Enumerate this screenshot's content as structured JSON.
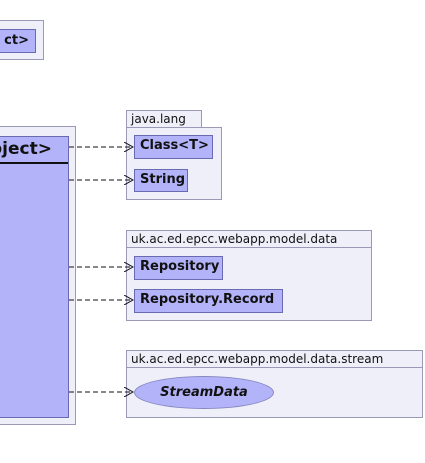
{
  "top_class": {
    "label": "ct>"
  },
  "main_class": {
    "label": "bject>"
  },
  "packages": [
    {
      "name": "java.lang",
      "classes": [
        "Class<T>",
        "String"
      ]
    },
    {
      "name": "uk.ac.ed.epcc.webapp.model.data",
      "classes": [
        "Repository",
        "Repository.Record"
      ]
    },
    {
      "name": "uk.ac.ed.epcc.webapp.model.data.stream",
      "interfaces": [
        "StreamData"
      ]
    }
  ],
  "colors": {
    "class_fill": "#b3b3f9",
    "package_fill": "#efeffa",
    "package_border": "#9a9ab8",
    "edge": "#111111"
  }
}
